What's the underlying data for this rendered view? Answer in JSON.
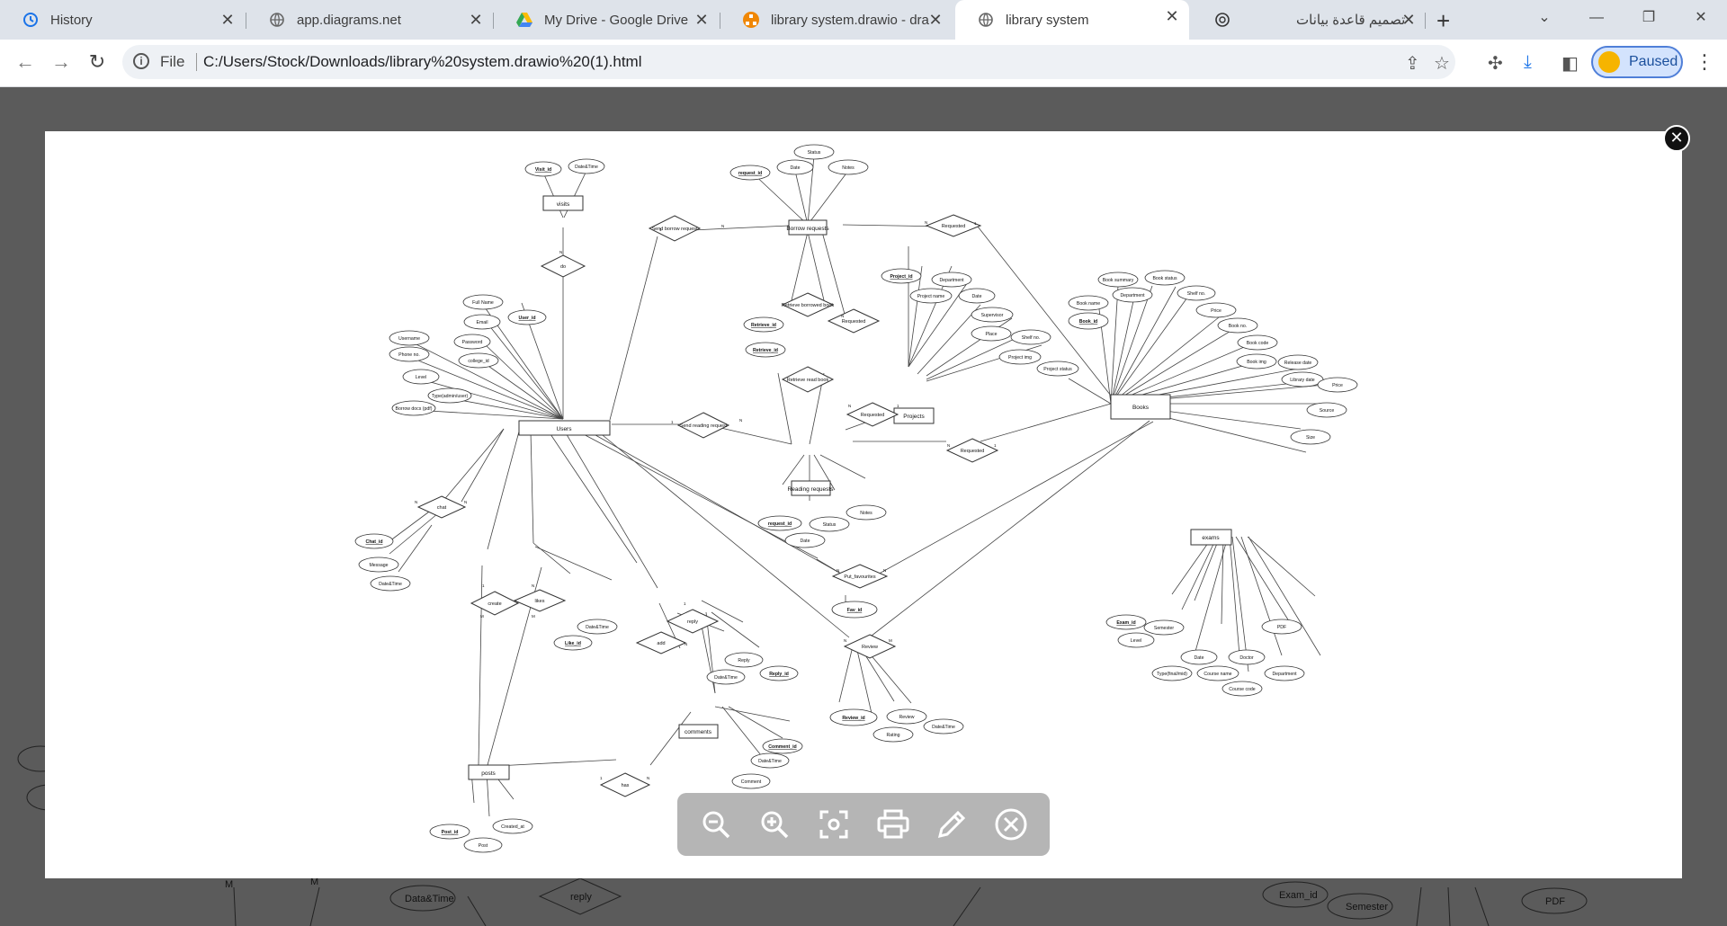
{
  "tabs": [
    {
      "title": "History",
      "icon": "history-icon"
    },
    {
      "title": "app.diagrams.net",
      "icon": "globe-icon"
    },
    {
      "title": "My Drive - Google Drive",
      "icon": "drive-icon"
    },
    {
      "title": "library system.drawio - dra",
      "icon": "drawio-icon"
    },
    {
      "title": "library system",
      "icon": "globe-icon",
      "active": true
    },
    {
      "title": "تصميم قاعدة بيانات",
      "icon": "chatgpt-icon"
    }
  ],
  "address": {
    "scheme": "File",
    "url": "C:/Users/Stock/Downloads/library%20system.drawio%20(1).html"
  },
  "profile": {
    "label": "Paused"
  },
  "diagram": {
    "entities": {
      "visits": "visits",
      "users": "Users",
      "borrow_requests": "Borrow requests",
      "projects": "Projects",
      "books": "Books",
      "reading_requests": "Reading requests",
      "exams": "exams",
      "comments": "comments",
      "posts": "posts"
    },
    "relationships": {
      "do": "do",
      "send_borrow": "Send borrow request",
      "requested1": "Requested",
      "retrieve_borrowed": "Retrieve borrowed book",
      "requested2": "Requested",
      "send_reading": "Send reading request",
      "retrieve_read": "Retrieve read book",
      "requested3": "Requested",
      "requested4": "Requested",
      "chat": "chat",
      "put_favourites": "Put_favourites",
      "create": "create",
      "likes": "likes",
      "reply": "reply",
      "add": "add",
      "review": "Review",
      "has": "has"
    },
    "attributes": {
      "visit_id": "Visit_id",
      "visit_datetime": "Date&Time",
      "status_top": "Status",
      "request_id_top": "request_id",
      "date_top": "Date",
      "notes_top": "Notes",
      "retrieve_id_1": "Retrieve_id",
      "retrieve_id_2": "Retrieve_id",
      "full_name": "Full Name",
      "email": "Email",
      "user_id": "User_id",
      "username": "Username",
      "password": "Password",
      "phone": "Phone no.",
      "college_id": "college_id",
      "level": "Level",
      "type_user": "Type(admin/user)",
      "borrow_docs": "Borrow docs (pdf)",
      "project_id": "Project_id",
      "department_p": "Department",
      "project_name": "Project name",
      "date_p": "Date",
      "supervisor": "Supervisor",
      "place": "Place",
      "shelf_p": "Shelf no.",
      "project_img": "Project img",
      "project_status": "Project status",
      "book_summary": "Book summary",
      "book_status": "Book status",
      "book_name": "Book name",
      "department_b": "Department",
      "shelf_b": "Shelf no.",
      "price_b": "Price",
      "book_id": "Book_id",
      "book_no": "Book no.",
      "book_code": "Book code",
      "book_img": "Book img",
      "release_date": "Release date",
      "library_date": "Library date",
      "price_b2": "Price",
      "source": "Source",
      "size": "Size",
      "request_id_r": "request_id",
      "status_r": "Status",
      "notes_r": "Notes",
      "date_r": "Date",
      "chat_id": "Chat_id",
      "message": "Message",
      "chat_dt": "Date&Time",
      "fav_id": "Fav_id",
      "like_id": "Like_id",
      "like_dt": "Date&Time",
      "reply_text": "Reply",
      "reply_id": "Reply_id",
      "reply_dt": "Date&Time",
      "review_id": "Review_id",
      "review_text": "Review",
      "rating": "Rating",
      "review_dt": "Date&Time",
      "exam_id": "Exam_id",
      "semester": "Semester",
      "level_e": "Level",
      "pdf": "PDF",
      "date_e": "Date",
      "doctor": "Doctor",
      "type_e": "Type(final/mid)",
      "course_name": "Course name",
      "course_code": "Course code",
      "department_e": "Department",
      "comment_id": "Comment_id",
      "comment_dt": "Date&Time",
      "comment": "Comment",
      "post_id": "Post_id",
      "post": "Post",
      "created_at": "Created_at"
    },
    "background_labels": [
      "Data&Time",
      "reply",
      "Exam_id",
      "Semester",
      "PDF"
    ]
  }
}
